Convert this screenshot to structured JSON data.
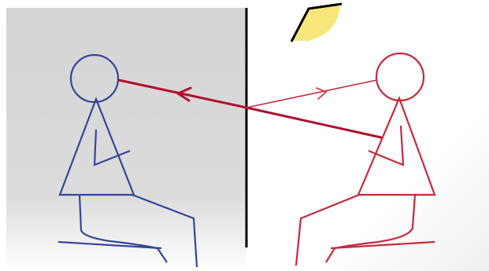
{
  "scene": {
    "left_room": {
      "shade": "#d9d9d9"
    },
    "right_room": {
      "shade": "#ffffff"
    },
    "colors": {
      "left_figure": "#34469a",
      "right_figure": "#c8283c",
      "ray_strong": "#b0102e",
      "ray_weak": "#c8283c",
      "mirror": "#000000",
      "lamp_fill": "#f7e77a",
      "lamp_edge": "#000000"
    },
    "elements": {
      "lamp": "lamp-icon",
      "divider": "one-way-mirror",
      "left_figure": "seated-person",
      "right_figure": "seated-person",
      "ray_to_left": "sight-line-arrow",
      "ray_reflected": "reflected-sight-line-arrow"
    }
  }
}
